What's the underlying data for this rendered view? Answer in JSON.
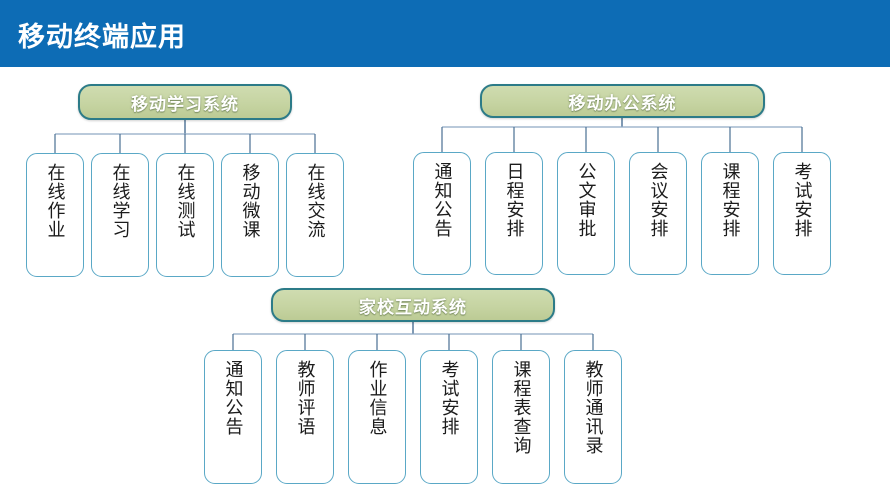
{
  "header": {
    "title": "移动终端应用",
    "bar_color": "#0d6cb5",
    "text_color": "#ffffff"
  },
  "theme": {
    "group_fill": "#c6d4a2",
    "group_border": "#2c7b88",
    "leaf_border": "#5aa8c6",
    "leaf_fill": "#ffffff",
    "connector_color": "#4a6f93"
  },
  "groups": [
    {
      "id": "mobile-learning-system",
      "title": "移动学习系统",
      "items": [
        {
          "label": "在线作业"
        },
        {
          "label": "在线学习"
        },
        {
          "label": "在线测试"
        },
        {
          "label": "移动微课"
        },
        {
          "label": "在线交流"
        }
      ]
    },
    {
      "id": "mobile-office-system",
      "title": "移动办公系统",
      "items": [
        {
          "label": "通知公告"
        },
        {
          "label": "日程安排"
        },
        {
          "label": "公文审批"
        },
        {
          "label": "会议安排"
        },
        {
          "label": "课程安排"
        },
        {
          "label": "考试安排"
        }
      ]
    },
    {
      "id": "home-school-interaction-system",
      "title": "家校互动系统",
      "items": [
        {
          "label": "通知公告"
        },
        {
          "label": "教师评语"
        },
        {
          "label": "作业信息"
        },
        {
          "label": "考试安排"
        },
        {
          "label": "课程表查询"
        },
        {
          "label": "教师通讯录"
        }
      ]
    }
  ]
}
